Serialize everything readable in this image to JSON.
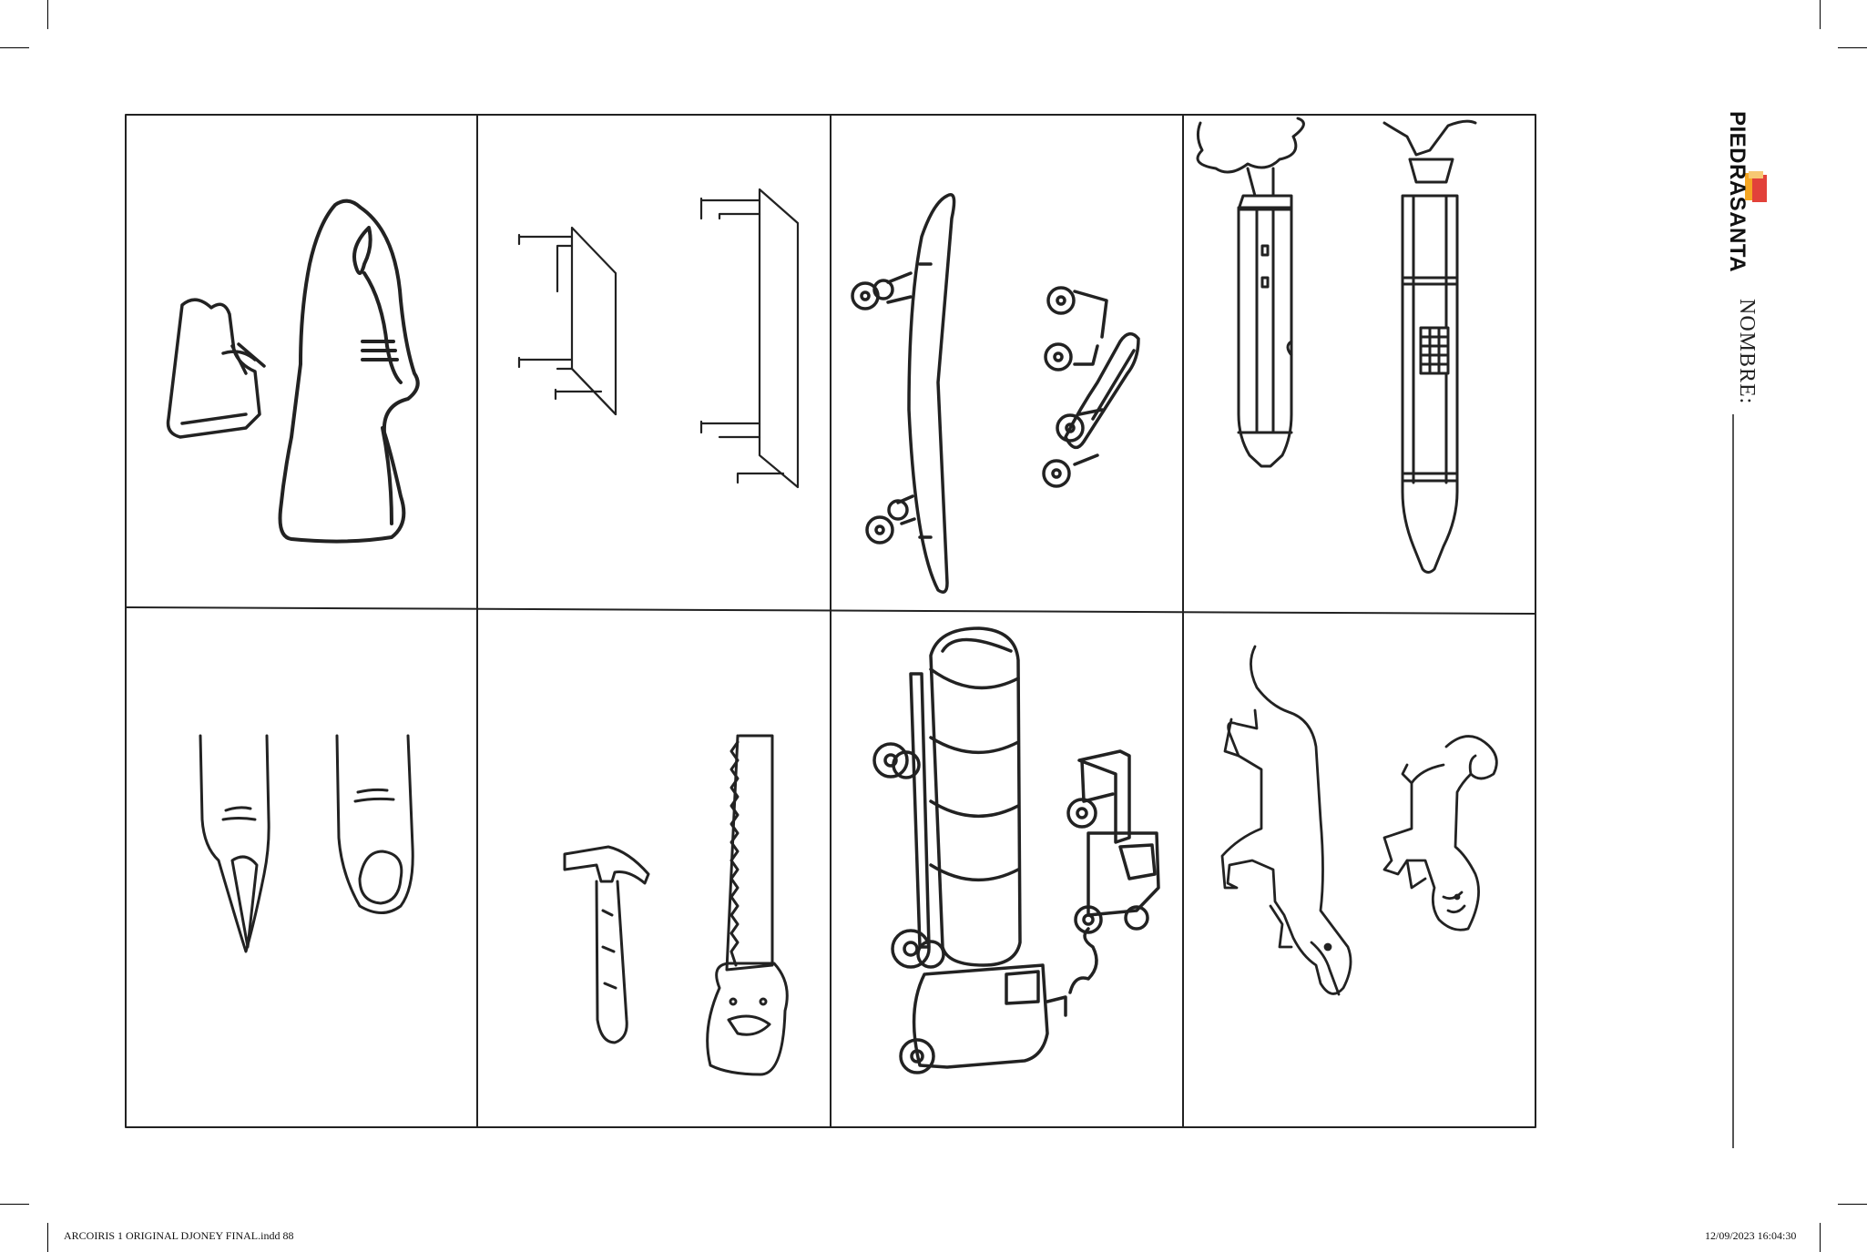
{
  "brand": {
    "name": "PIEDRASANTA",
    "logo_colors": [
      "#f5a623",
      "#e2413a"
    ]
  },
  "form": {
    "name_label": "NOMBRE:"
  },
  "worksheet": {
    "panels": [
      {
        "row": 1,
        "col": 1,
        "items": [
          "small-shoe-icon",
          "big-shoe-icon"
        ]
      },
      {
        "row": 1,
        "col": 2,
        "items": [
          "small-table-icon",
          "big-table-icon"
        ]
      },
      {
        "row": 1,
        "col": 3,
        "items": [
          "big-skateboard-icon",
          "small-skateboard-icon"
        ]
      },
      {
        "row": 1,
        "col": 4,
        "items": [
          "small-rocket-icon",
          "big-rocket-icon"
        ]
      },
      {
        "row": 2,
        "col": 1,
        "items": [
          "long-nail-finger-icon",
          "short-nail-finger-icon"
        ]
      },
      {
        "row": 2,
        "col": 2,
        "items": [
          "hammer-icon",
          "saw-icon"
        ]
      },
      {
        "row": 2,
        "col": 3,
        "items": [
          "big-tanker-truck-icon",
          "small-pickup-truck-icon"
        ]
      },
      {
        "row": 2,
        "col": 4,
        "items": [
          "big-dachshund-icon",
          "small-lion-dog-icon"
        ]
      }
    ]
  },
  "footer": {
    "file_name": "ARCOIRIS 1 ORIGINAL DJONEY FINAL.indd   88",
    "timestamp": "12/09/2023   16:04:30"
  }
}
